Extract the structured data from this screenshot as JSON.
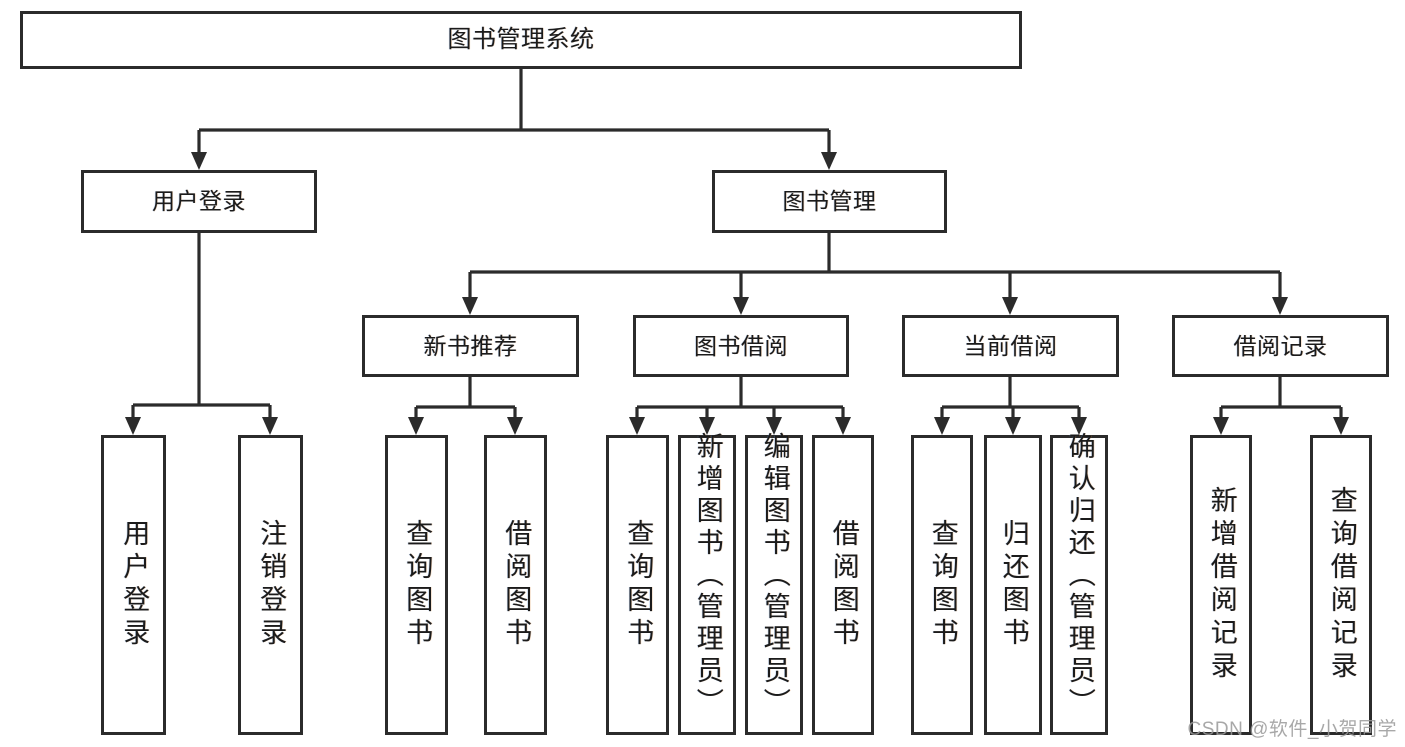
{
  "diagram": {
    "type": "tree-hierarchy",
    "title": "图书管理系统",
    "watermark": "CSDN @软件_小贺同学",
    "colors": {
      "stroke": "#2b2b2b",
      "fill": "#ffffff",
      "text": "#1b1b1b",
      "watermark": "#9a9a9a"
    },
    "levels": 4
  },
  "root": {
    "label": "图书管理系统"
  },
  "level2": [
    {
      "id": "login",
      "label": "用户登录"
    },
    {
      "id": "bookmgmt",
      "label": "图书管理"
    }
  ],
  "level3": [
    {
      "id": "newbook",
      "label": "新书推荐",
      "parent": "bookmgmt"
    },
    {
      "id": "borrow",
      "label": "图书借阅",
      "parent": "bookmgmt"
    },
    {
      "id": "current",
      "label": "当前借阅",
      "parent": "bookmgmt"
    },
    {
      "id": "record",
      "label": "借阅记录",
      "parent": "bookmgmt"
    }
  ],
  "leaves": [
    {
      "id": "userlogin",
      "label": "用户登录",
      "parent": "login"
    },
    {
      "id": "logout",
      "label": "注销登录",
      "parent": "login"
    },
    {
      "id": "q-newbook",
      "label": "查询图书",
      "parent": "newbook"
    },
    {
      "id": "b-newbook",
      "label": "借阅图书",
      "parent": "newbook"
    },
    {
      "id": "q-borrow",
      "label": "查询图书",
      "parent": "borrow"
    },
    {
      "id": "add-book",
      "label": "新增图书（管理员）",
      "parent": "borrow"
    },
    {
      "id": "edit-book",
      "label": "编辑图书（管理员）",
      "parent": "borrow"
    },
    {
      "id": "borrow-book",
      "label": "借阅图书",
      "parent": "borrow"
    },
    {
      "id": "q-current",
      "label": "查询图书",
      "parent": "current"
    },
    {
      "id": "return",
      "label": "归还图书",
      "parent": "current"
    },
    {
      "id": "confirm",
      "label": "确认归还（管理员）",
      "parent": "current"
    },
    {
      "id": "add-rec",
      "label": "新增借阅记录",
      "parent": "record"
    },
    {
      "id": "q-rec",
      "label": "查询借阅记录",
      "parent": "record"
    }
  ]
}
